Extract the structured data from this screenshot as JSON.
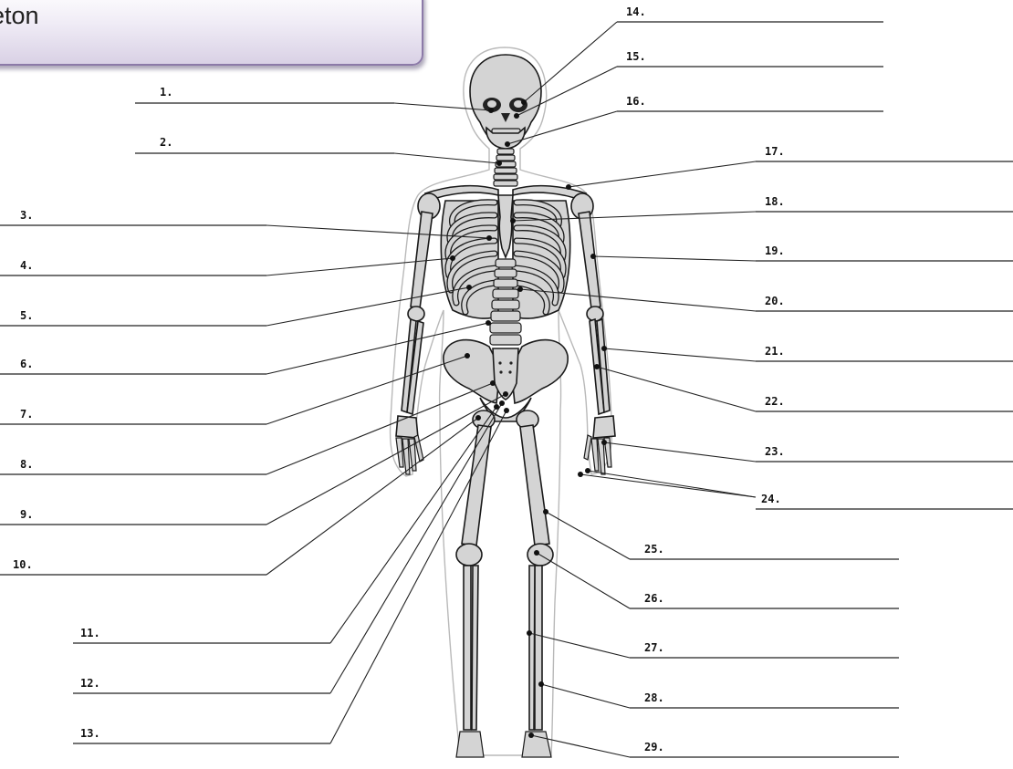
{
  "title": "eleton",
  "labels": [
    "1.",
    "2.",
    "3.",
    "4.",
    "5.",
    "6.",
    "7.",
    "8.",
    "9.",
    "10.",
    "11.",
    "12.",
    "13.",
    "14.",
    "15.",
    "16.",
    "17.",
    "18.",
    "19.",
    "20.",
    "21.",
    "22.",
    "23.",
    "24.",
    "25.",
    "26.",
    "27.",
    "28.",
    "29."
  ]
}
